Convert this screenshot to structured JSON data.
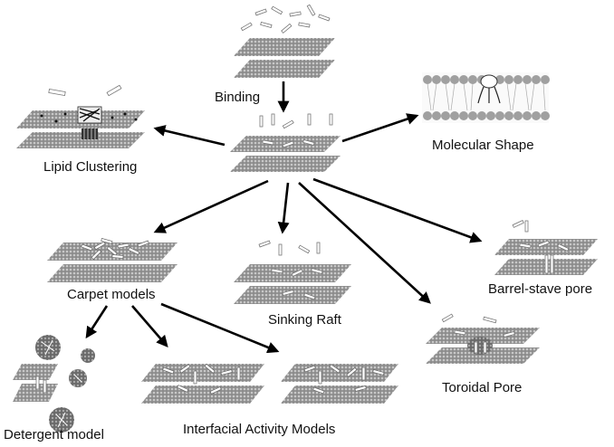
{
  "labels": {
    "binding": "Binding",
    "molecular_shape": "Molecular Shape",
    "lipid_clustering": "Lipid Clustering",
    "carpet_models": "Carpet models",
    "sinking_raft": "Sinking Raft",
    "barrel_stave": "Barrel-stave pore",
    "toroidal_pore": "Toroidal Pore",
    "detergent_model": "Detergent model",
    "interfacial": "Interfacial Activity Models"
  }
}
